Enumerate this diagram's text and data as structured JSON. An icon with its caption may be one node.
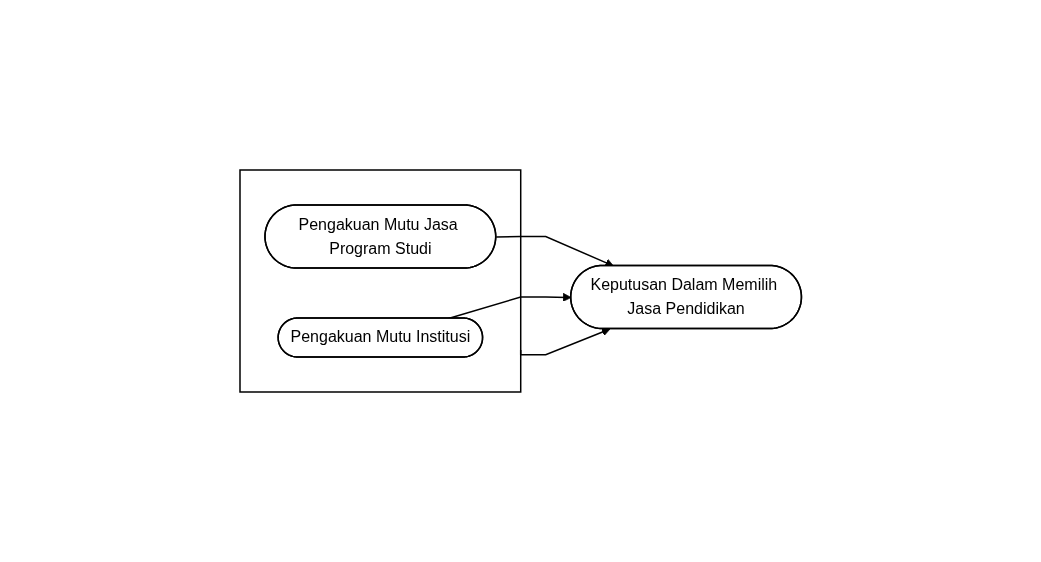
{
  "diagram": {
    "nodes": [
      {
        "text": [],
        "shape": "box"
      },
      {
        "text": [
          "Pengakuan Mutu Jasa Program Studi"
        ],
        "in": 0
      },
      {
        "text": [
          "Pengakuan Mutu Institusi"
        ],
        "in": 0
      },
      {
        "text": [
          "Keputusan Dalam Memilih Jasa Pendidikan"
        ]
      }
    ],
    "edges": [
      {
        "from": 1,
        "to": 3,
        "arrow": "to"
      },
      {
        "from": 0,
        "to": 3,
        "arrow": "to"
      },
      {
        "from": 2,
        "to": 3,
        "arrow": "to"
      }
    ]
  }
}
